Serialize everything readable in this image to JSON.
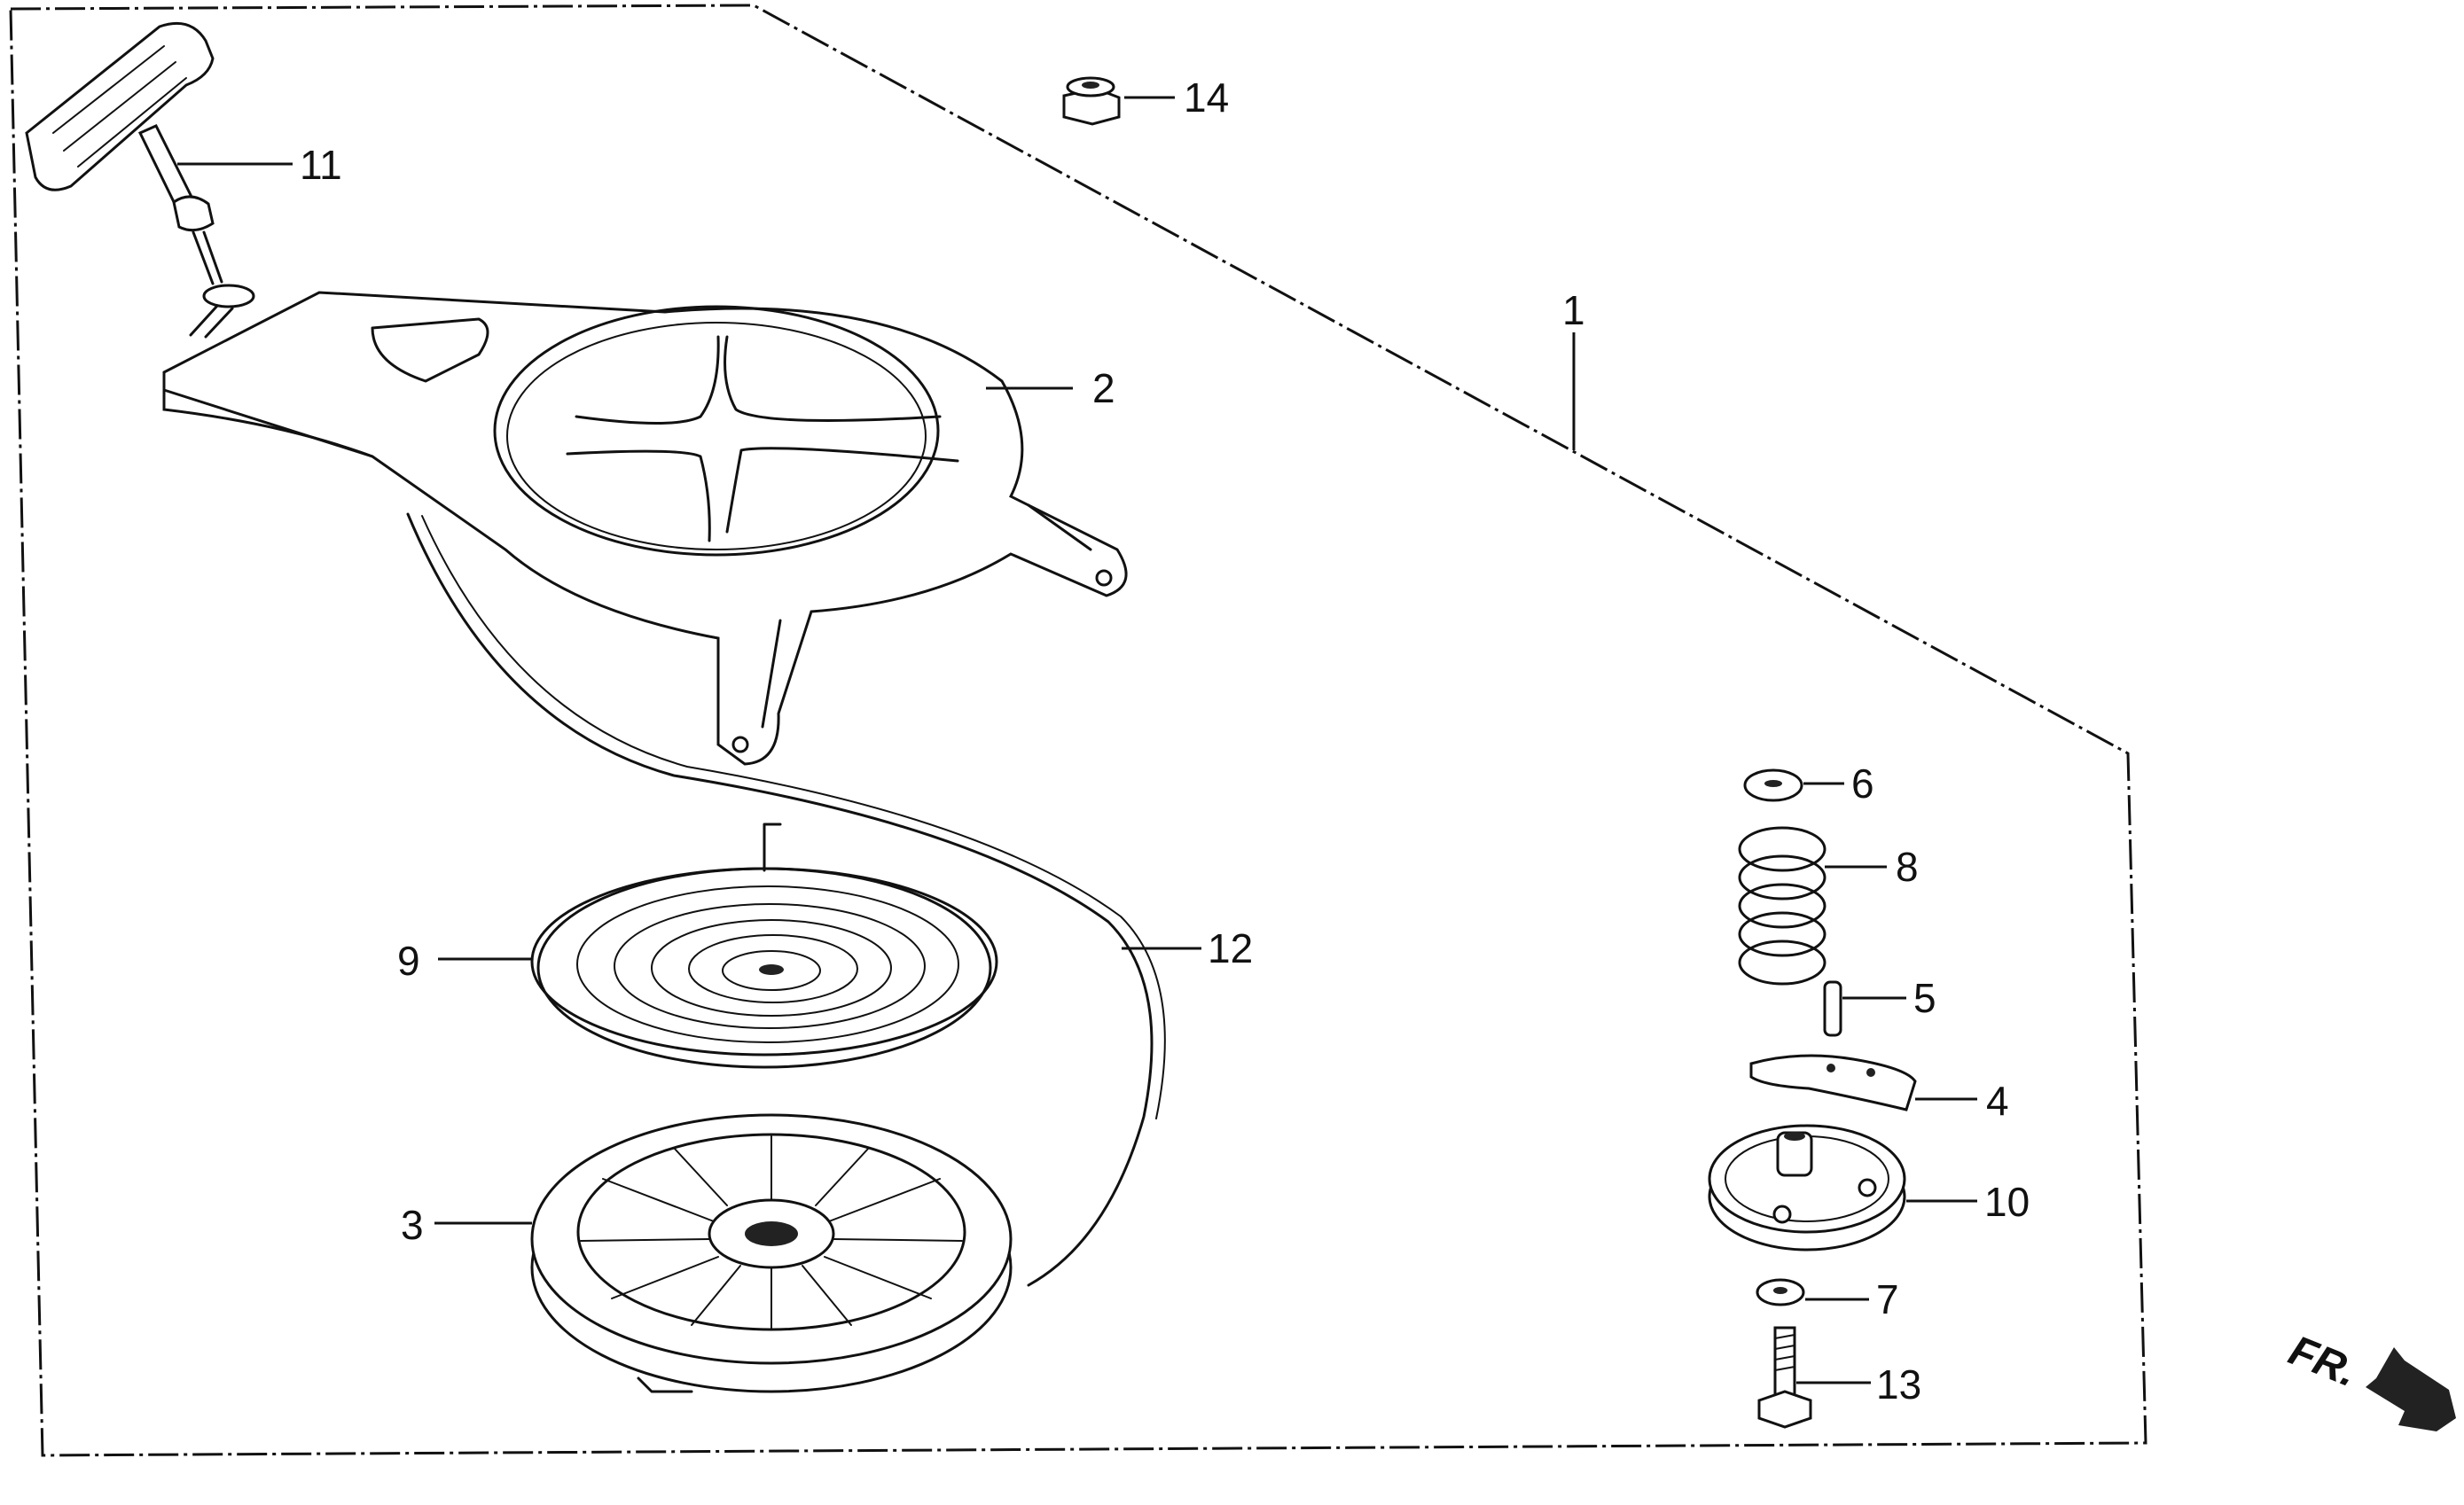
{
  "diagram": {
    "callouts": {
      "c1": "1",
      "c2": "2",
      "c3": "3",
      "c4": "4",
      "c5": "5",
      "c6": "6",
      "c7": "7",
      "c8": "8",
      "c9": "9",
      "c10": "10",
      "c11": "11",
      "c12": "12",
      "c13": "13",
      "c14": "14"
    },
    "direction_label": "FR."
  }
}
